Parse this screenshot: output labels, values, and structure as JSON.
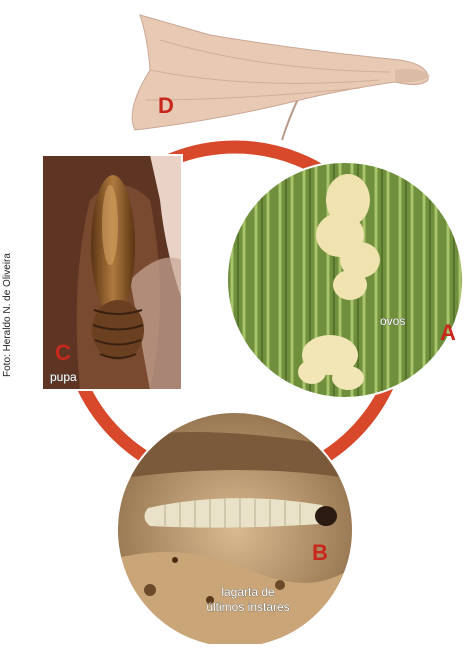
{
  "credit": "Foto: Heraldo N. de Oliveira",
  "stages": {
    "a": {
      "letter": "A",
      "caption": "ovos"
    },
    "b": {
      "letter": "B",
      "caption_line1": "lagarta de",
      "caption_line2": "últimos instares"
    },
    "c": {
      "letter": "C",
      "caption": "pupa"
    },
    "d": {
      "letter": "D"
    }
  },
  "colors": {
    "cycle_ring": "#d8482a",
    "letter": "#c8281c",
    "moth_wing": "#e8c9b4",
    "leaf_green": "#7a9a45",
    "egg_mass": "#f0e3b0",
    "pupa_brown": "#8a5a2a",
    "larva_cream": "#e9e2c8"
  }
}
